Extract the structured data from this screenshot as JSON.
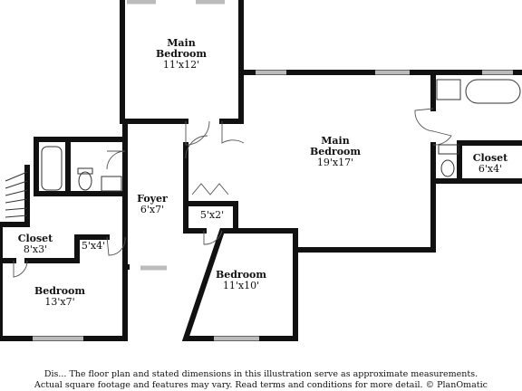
{
  "rooms": {
    "main_bedroom_upper": {
      "name": "Main Bedroom",
      "size": "11'x12'"
    },
    "main_bedroom": {
      "name": "Main Bedroom",
      "size": "19'x17'"
    },
    "closet_right": {
      "name": "Closet",
      "size": "6'x4'"
    },
    "foyer": {
      "name": "Foyer",
      "size": "6'x7'"
    },
    "closet_small": {
      "name": "",
      "size": "5'x2'"
    },
    "closet_left": {
      "name": "Closet",
      "size": "8'x3'"
    },
    "hall_closet": {
      "name": "",
      "size": "5'x4'"
    },
    "bedroom_middle": {
      "name": "Bedroom",
      "size": "11'x10'"
    },
    "bedroom_left": {
      "name": "Bedroom",
      "size": "13'x7'"
    }
  },
  "disclaimer": {
    "line1": "Dis... The floor plan and stated dimensions in this illustration serve as approximate measurements.",
    "line2": "Actual square footage and features may vary. Read terms and conditions for more detail. © PlanOmatic"
  },
  "colors": {
    "wall": "#111111",
    "window": "#bbbbbb",
    "background": "#ffffff"
  }
}
